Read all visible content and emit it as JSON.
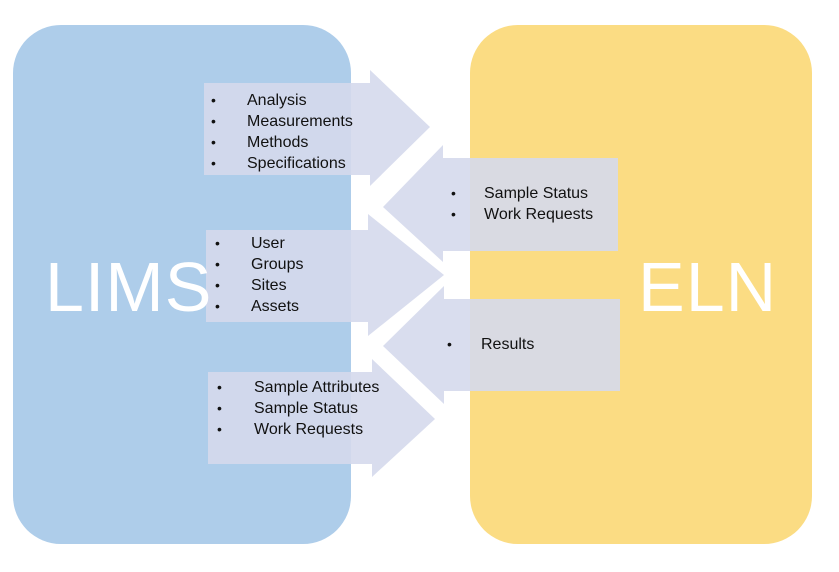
{
  "lims": {
    "label": "LIMS"
  },
  "eln": {
    "label": "ELN"
  },
  "colors": {
    "lims_block": "#aecdea",
    "eln_block": "#fbdc83",
    "arrow_fill": "#d5d9ec",
    "big_label": "#ffffff"
  },
  "arrows": [
    {
      "direction": "LIMS to ELN",
      "items": [
        "Analysis",
        "Measurements",
        "Methods",
        "Specifications"
      ]
    },
    {
      "direction": "ELN to LIMS",
      "items": [
        "Sample Status",
        "Work Requests"
      ]
    },
    {
      "direction": "LIMS to ELN",
      "items": [
        "User",
        "Groups",
        "Sites",
        "Assets"
      ]
    },
    {
      "direction": "ELN to LIMS",
      "items": [
        "Results"
      ]
    },
    {
      "direction": "LIMS to ELN",
      "items": [
        "Sample Attributes",
        "Sample Status",
        "Work Requests"
      ]
    }
  ]
}
